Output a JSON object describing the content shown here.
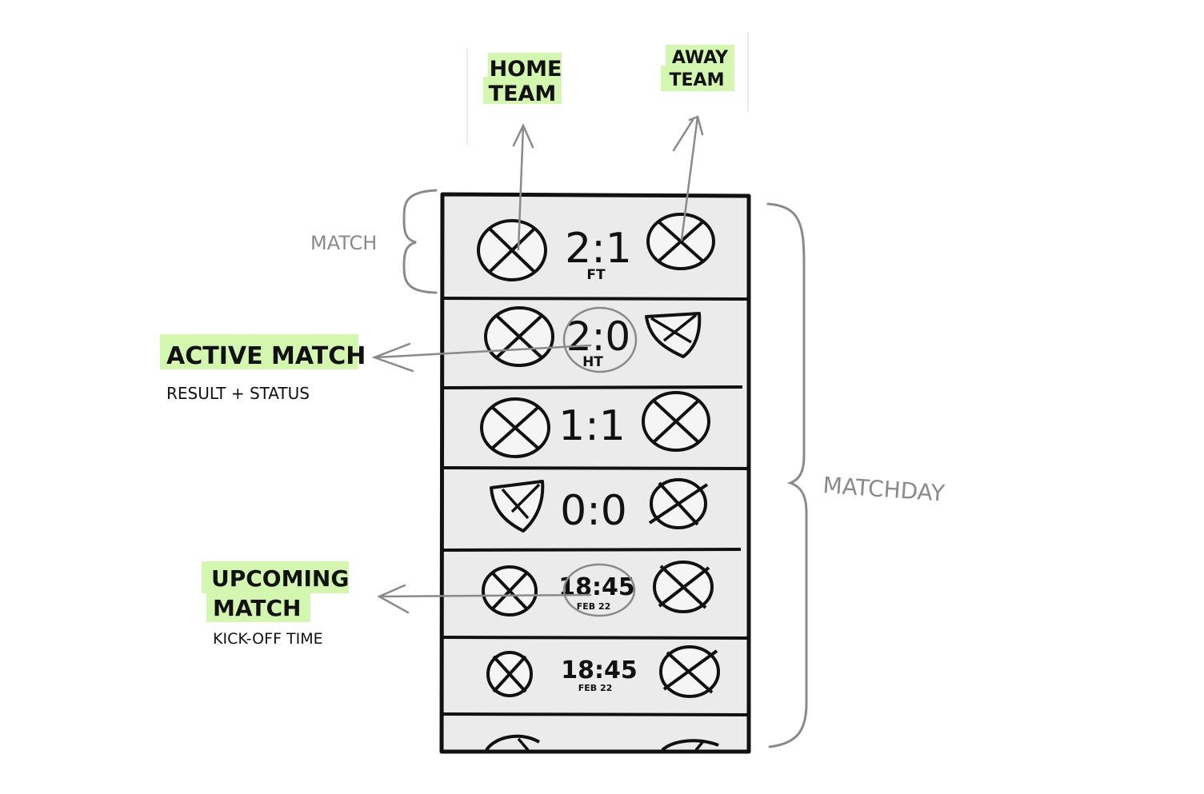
{
  "callouts": {
    "home_team": [
      "HOME",
      "TEAM"
    ],
    "away_team": [
      "AWAY",
      "TEAM"
    ],
    "active_match": {
      "title": "ACTIVE MATCH",
      "subtitle": "RESULT + STATUS"
    },
    "upcoming_match": {
      "title": [
        "UPCOMING",
        "MATCH"
      ],
      "subtitle": "KICK-OFF TIME"
    }
  },
  "brackets": {
    "match": "MATCH",
    "matchday": "MATCHDAY"
  },
  "matches": [
    {
      "home_crest": "circle-crest-icon",
      "away_crest": "circle-crest-icon",
      "score": "2:1",
      "status": "FT"
    },
    {
      "home_crest": "circle-crest-icon",
      "away_crest": "shield-crest-icon",
      "score": "2:0",
      "status": "HT",
      "highlighted": true
    },
    {
      "home_crest": "circle-crest-icon",
      "away_crest": "circle-crest-icon",
      "score": "1:1",
      "status": ""
    },
    {
      "home_crest": "shield-crest-icon",
      "away_crest": "circle-crest-icon",
      "score": "0:0",
      "status": ""
    },
    {
      "home_crest": "circle-crest-icon",
      "away_crest": "circle-crest-icon",
      "score": "18:45",
      "status": "FEB 22",
      "highlighted": true
    },
    {
      "home_crest": "circle-crest-icon",
      "away_crest": "circle-crest-icon",
      "score": "18:45",
      "status": "FEB 22"
    }
  ],
  "colors": {
    "highlight": "#d4f7b0",
    "ink": "#111111",
    "annotation": "#8a8a8a",
    "row_fill": "#ebebeb"
  }
}
